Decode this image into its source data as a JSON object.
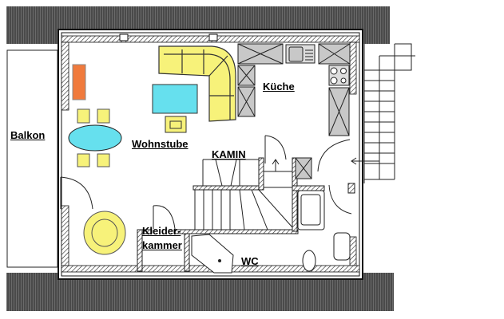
{
  "plan": {
    "rooms": {
      "balkon": "Balkon",
      "wohnstube": "Wohnstube",
      "kamin": "KAMIN",
      "kueche": "Küche",
      "kleiderkammer_line1": "Kleider-",
      "kleiderkammer_line2": "kammer",
      "wc": "WC"
    },
    "colors": {
      "roof": "#5a5a5a",
      "sofa": "#f7f27a",
      "table": "#66e0ee",
      "cabinet": "#f07a3c",
      "counter": "#c8c8c8"
    }
  }
}
